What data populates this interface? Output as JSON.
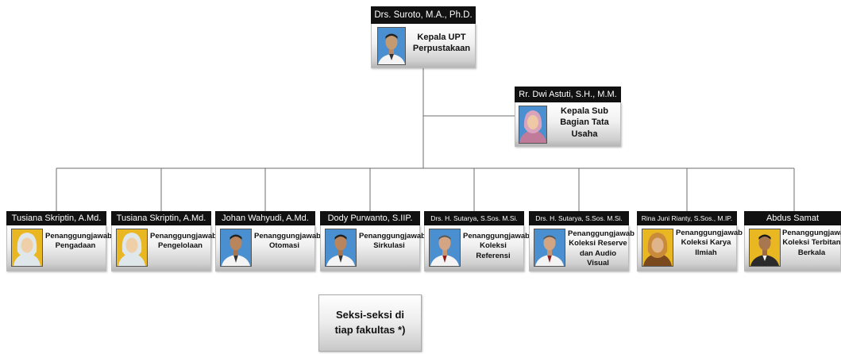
{
  "top": {
    "name": "Drs. Suroto, M.A., Ph.D.",
    "role": "Kepala UPT Perpustakaan"
  },
  "sub": {
    "name": "Rr. Dwi Astuti, S.H., M.M.",
    "role": "Kepala Sub Bagian Tata Usaha"
  },
  "staff": [
    {
      "name": "Tusiana Skriptin, A.Md.",
      "role": "Penanggungjawab Pengadaan",
      "photo": "hijab-portrait-yellow-bg"
    },
    {
      "name": "Tusiana Skriptin, A.Md.",
      "role": "Penanggungjawab Pengelolaan",
      "photo": "hijab-portrait-yellow-bg"
    },
    {
      "name": "Johan Wahyudi, A.Md.",
      "role": "Penanggungjawab Otomasi",
      "photo": "man-portrait-blue-bg"
    },
    {
      "name": "Dody Purwanto, S.IIP.",
      "role": "Penanggungjawab Sirkulasi",
      "photo": "man-portrait-blue-bg"
    },
    {
      "name": "Drs. H. Sutarya, S.Sos. M.Si.",
      "role": "Penanggungjawab Koleksi Referensi",
      "photo": "man-portrait-blue-bg"
    },
    {
      "name": "Drs. H. Sutarya, S.Sos. M.Si.",
      "role": "Penanggungjawab Koleksi Reserve dan Audio Visual",
      "photo": "man-portrait-blue-bg"
    },
    {
      "name": "Rina Juni Rianty, S.Sos., M.IP.",
      "role": "Penanggungjawab Koleksi Karya Ilmiah",
      "photo": "woman-portrait-yellow-bg"
    },
    {
      "name": "Abdus Samat",
      "role": "Penanggungjawab Koleksi Terbitan Berkala",
      "photo": "man-portrait-yellow-bg"
    }
  ],
  "sections": {
    "label": "Seksi-seksi di tiap fakultas *)"
  },
  "colors": {
    "name_bar": "#111111",
    "box_gradient_end": "#b5b5b5",
    "photo_blue_bg": "#4a8fd0",
    "photo_yellow_bg": "#e8b722"
  }
}
